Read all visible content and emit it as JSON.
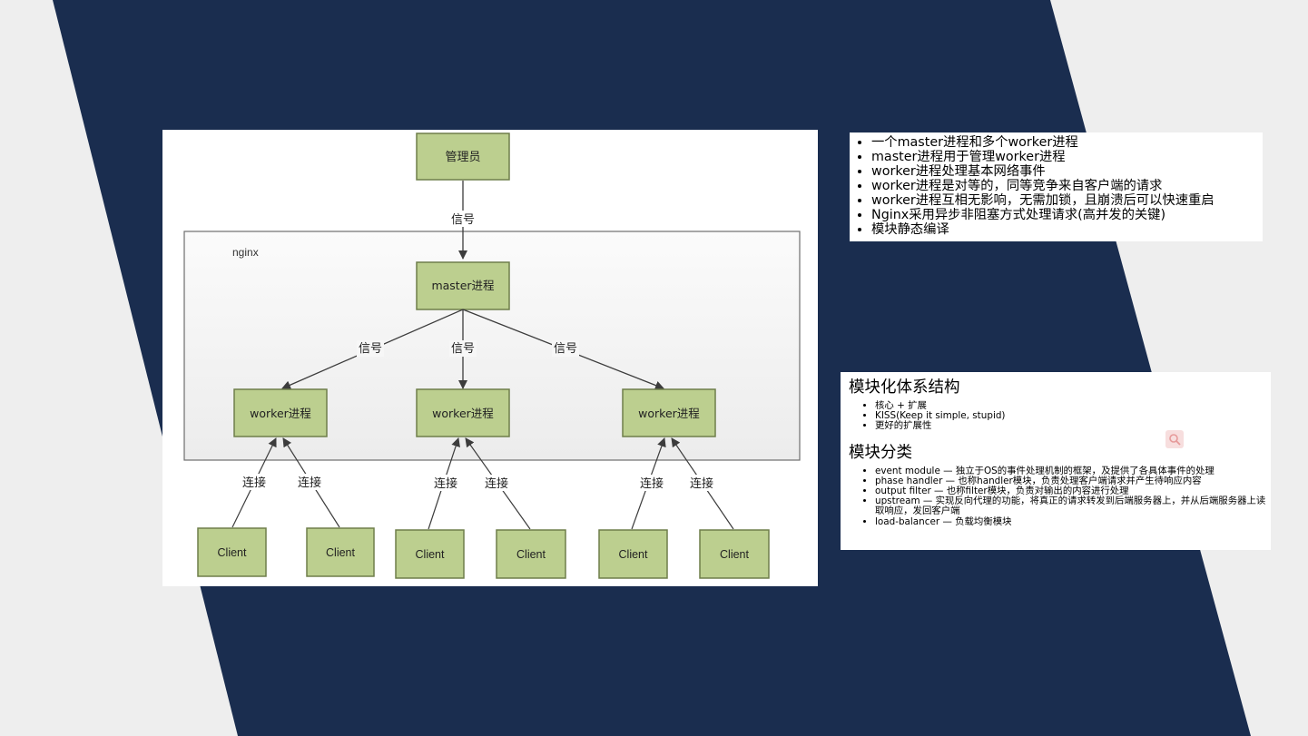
{
  "colors": {
    "slide_background": "#1a2d4f",
    "page_background": "#eeeeee",
    "node_fill": "#bccf8f",
    "node_border": "#6e7e4a",
    "nginx_box_fill": "#f4f4f4"
  },
  "diagram": {
    "admin_node": "管理员",
    "signal_top": "信号",
    "nginx_label": "nginx",
    "master_node": "master进程",
    "signal_labels": [
      "信号",
      "信号",
      "信号"
    ],
    "worker_nodes": [
      "worker进程",
      "worker进程",
      "worker进程"
    ],
    "connect_labels": [
      "连接",
      "连接",
      "连接",
      "连接",
      "连接",
      "连接"
    ],
    "client_nodes": [
      "Client",
      "Client",
      "Client",
      "Client",
      "Client",
      "Client"
    ]
  },
  "features": {
    "items": [
      "一个master进程和多个worker进程",
      "master进程用于管理worker进程",
      "worker进程处理基本网络事件",
      "worker进程是对等的，同等竞争来自客户端的请求",
      "worker进程互相无影响，无需加锁，且崩溃后可以快速重启",
      "Nginx采用异步非阻塞方式处理请求(高并发的关键)",
      "模块静态编译"
    ]
  },
  "modules": {
    "arch_title": "模块化体系结构",
    "arch_items": [
      "核心 + 扩展",
      "KISS(Keep it simple, stupid)",
      "更好的扩展性"
    ],
    "category_title": "模块分类",
    "category_items": [
      "event module — 独立于OS的事件处理机制的框架，及提供了各具体事件的处理",
      "phase handler — 也称handler模块，负责处理客户端请求并产生待响应内容",
      "output filter — 也称filter模块，负责对输出的内容进行处理",
      "upstream — 实现反向代理的功能，将真正的请求转发到后端服务器上，并从后端服务器上读取响应，发回客户端",
      "load-balancer — 负载均衡模块"
    ]
  }
}
